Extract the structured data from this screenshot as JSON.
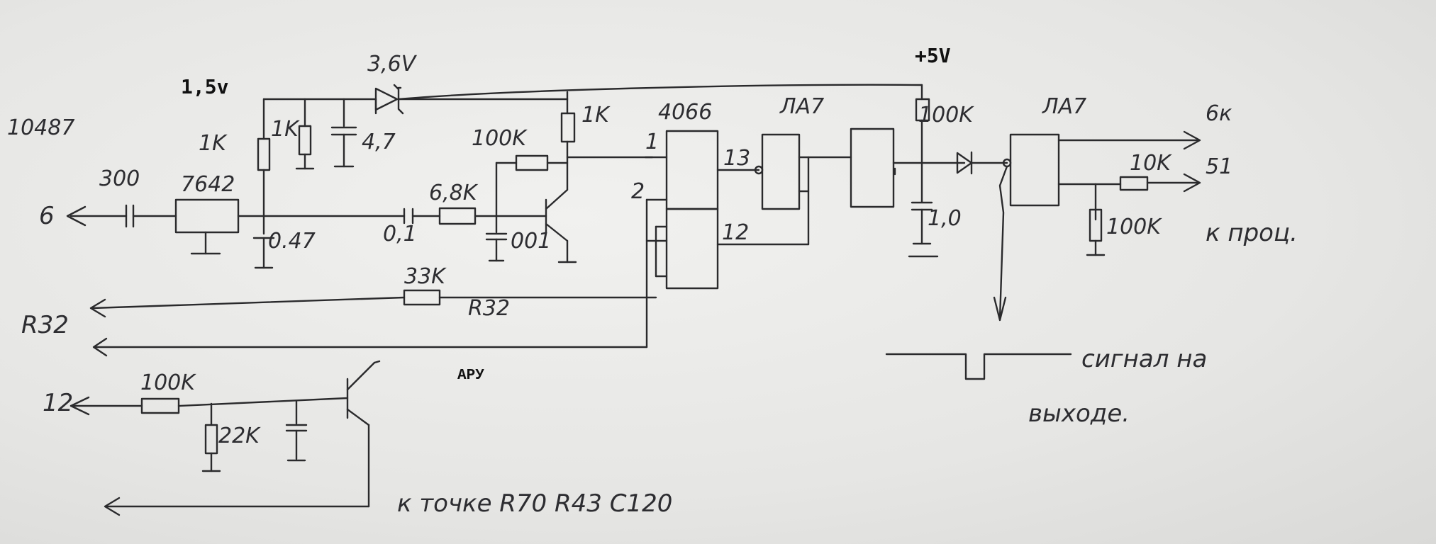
{
  "labels": {
    "v15": "1,5v",
    "v36": "3,6V",
    "v5": "+5V",
    "part_10487": "10487",
    "c300": "300",
    "r1k_a": "1K",
    "u7642": "7642",
    "r1k_b": "1K",
    "c47": "4,7",
    "pin6_in": "6",
    "c047": "0.47",
    "c01": "0,1",
    "r68k": "6,8K",
    "r100k_a": "100K",
    "r1k_c": "1K",
    "c0001": "001",
    "u4066": "4066",
    "la7_1": "ЛА7",
    "la7_2": "ЛА7",
    "pin1": "1",
    "pin2": "2",
    "pin13": "13",
    "pin12": "12",
    "r100k_b": "100K",
    "c10": "1,0",
    "out6k": "6к",
    "out51": "51",
    "r10k": "10K",
    "r100k_c": "100K",
    "k_proc": "к проц.",
    "r33k": "33K",
    "r32_label": "R32",
    "r32_left": "R32",
    "aru": "АРУ",
    "signal": "сигнал на",
    "vyhode": "выходе.",
    "pin12_in": "12",
    "r100k_d": "100K",
    "r22k": "22K",
    "k_tochke": "к точке R70 R43 C120"
  }
}
